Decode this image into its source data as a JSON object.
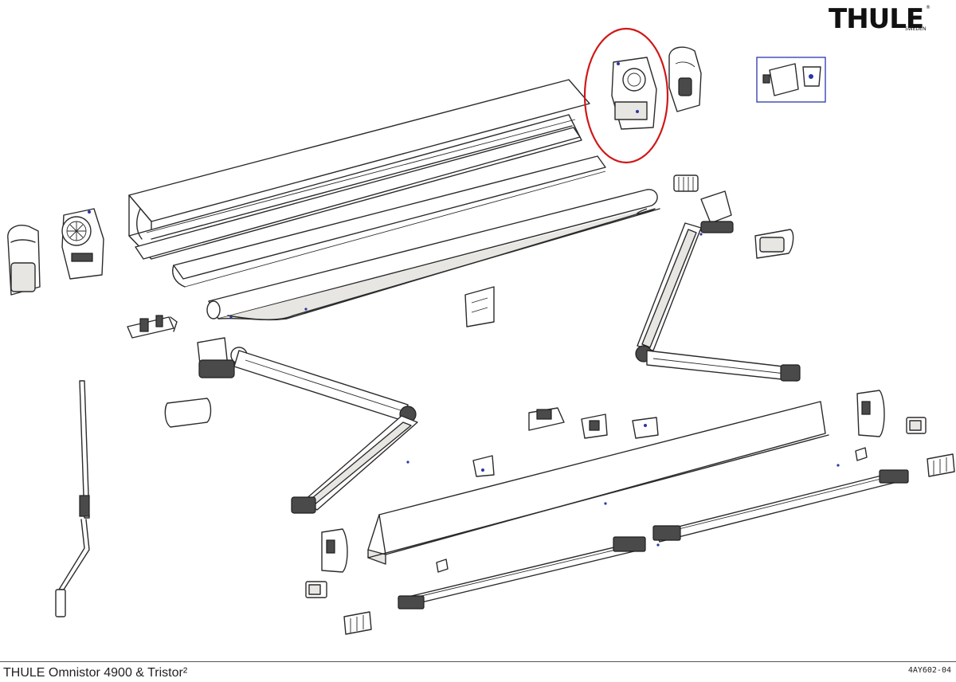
{
  "brand": {
    "logo_text": "THULE",
    "logo_sub": "SWEDEN",
    "registered_mark": "®"
  },
  "footer": {
    "title": "THULE Omnistor 4900 & Tristor²",
    "drawing_code": "4AY602-04"
  },
  "highlight": {
    "color": "#d01818",
    "target": "right-end-cap-bracket"
  },
  "inset_box_color": "#2b35a8"
}
